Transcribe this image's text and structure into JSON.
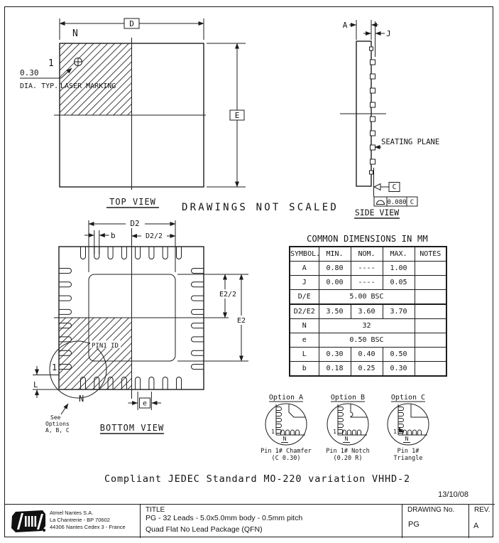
{
  "page": {
    "not_scaled": "DRAWINGS NOT SCALED",
    "compliance": "Compliant JEDEC Standard MO-220 variation VHHD-2",
    "date": "13/10/08"
  },
  "top_view": {
    "label": "TOP VIEW",
    "dim_d": "D",
    "dim_e": "E",
    "pin_n": "N",
    "pin_1": "1",
    "dia_value": "0.30",
    "dia_note": "DIA. TYP.",
    "laser_note": "LASER MARKING"
  },
  "side_view": {
    "label": "SIDE VIEW",
    "dim_a": "A",
    "dim_j": "J",
    "seating_plane": "SEATING PLANE",
    "datum_ref": "C",
    "flatness_value": "0.080",
    "flatness_datum": "C"
  },
  "bottom_view": {
    "label": "BOTTOM VIEW",
    "dim_d2": "D2",
    "dim_d2_half": "D2/2",
    "dim_b": "b",
    "dim_e2": "E2",
    "dim_e2_half": "E2/2",
    "dim_e": "e",
    "dim_l": "L",
    "pin_1": "1",
    "pin_n": "N",
    "pin1_id": "PIN1 ID",
    "see_line1": "See",
    "see_line2": "Options",
    "see_line3": "A, B, C"
  },
  "table": {
    "title": "COMMON DIMENSIONS IN MM",
    "headers": [
      "SYMBOL.",
      "MIN.",
      "NOM.",
      "MAX.",
      "NOTES"
    ],
    "rows": [
      {
        "symbol": "A",
        "min": "0.80",
        "nom": "----",
        "max": "1.00",
        "notes": ""
      },
      {
        "symbol": "J",
        "min": "0.00",
        "nom": "----",
        "max": "0.05",
        "notes": ""
      },
      {
        "symbol": "D/E",
        "merged": "5.00  BSC",
        "notes": ""
      },
      {
        "symbol": "D2/E2",
        "min": "3.50",
        "nom": "3.60",
        "max": "3.70",
        "notes": ""
      },
      {
        "symbol": "N",
        "merged": "32",
        "notes": ""
      },
      {
        "symbol": "e",
        "merged": "0.50  BSC",
        "notes": ""
      },
      {
        "symbol": "L",
        "min": "0.30",
        "nom": "0.40",
        "max": "0.50",
        "notes": ""
      },
      {
        "symbol": "b",
        "min": "0.18",
        "nom": "0.25",
        "max": "0.30",
        "notes": ""
      }
    ]
  },
  "options": {
    "a": {
      "title": "Option A",
      "caption_line1": "Pin 1# Chamfer",
      "caption_line2": "(C 0.30)",
      "pin_1": "1",
      "pin_n": "N"
    },
    "b": {
      "title": "Option B",
      "caption_line1": "Pin 1# Notch",
      "caption_line2": "(0.20 R)",
      "pin_1": "1",
      "pin_n": "N"
    },
    "c": {
      "title": "Option C",
      "caption_line1": "Pin 1#",
      "caption_line2": "Triangle",
      "pin_1": "1",
      "pin_n": "N"
    }
  },
  "title_block": {
    "company_line1": "Atmel Nantes S.A.",
    "company_line2": "La Chantrerie - BP 70602",
    "company_line3": "44306 Nantes Cedex 3 - France",
    "title_label": "TITLE",
    "title_line1": "PG - 32 Leads - 5.0x5.0mm body - 0.5mm pitch",
    "title_line2": "Quad Flat No Lead Package (QFN)",
    "drawing_no_label": "DRAWING No.",
    "drawing_no": "PG",
    "rev_label": "REV.",
    "rev": "A"
  },
  "colors": {
    "line": "#1c1c1c",
    "text": "#141414",
    "background": "#ffffff"
  }
}
